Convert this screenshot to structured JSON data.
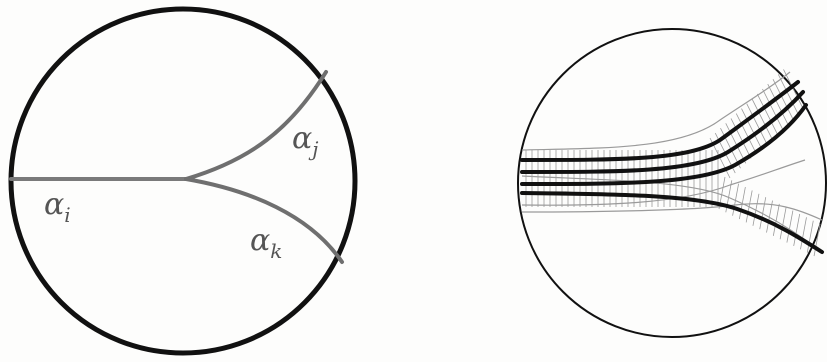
{
  "figure": {
    "left_panel": {
      "curve_labels": [
        {
          "greek": "α",
          "sub": "i"
        },
        {
          "greek": "α",
          "sub": "j"
        },
        {
          "greek": "α",
          "sub": "k"
        }
      ]
    },
    "right_panel": {
      "thick_strands": 4
    },
    "colors": {
      "ink": "#111111",
      "pencil": "#7a7a7a",
      "hatch": "#9a9a9a",
      "paper": "#fdfdfc"
    }
  }
}
